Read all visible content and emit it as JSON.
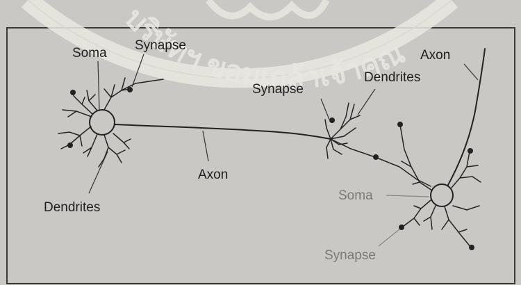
{
  "labels": {
    "soma_1": "Soma",
    "synapse_1": "Synapse",
    "dendrites_1": "Dendrites",
    "axon_1": "Axon",
    "synapse_2": "Synapse",
    "dendrites_2": "Dendrites",
    "axon_2": "Axon",
    "soma_2": "Soma",
    "synapse_3": "Synapse"
  },
  "watermark": {
    "text": "บริษัทฯ ขอมเกล้าเจ้าคุณ"
  },
  "colors": {
    "background": "#c9c8c4",
    "line": "#222222",
    "border": "#3a3a3a",
    "watermark": "#e9e7e1",
    "gray_label": "#7a7a78"
  }
}
